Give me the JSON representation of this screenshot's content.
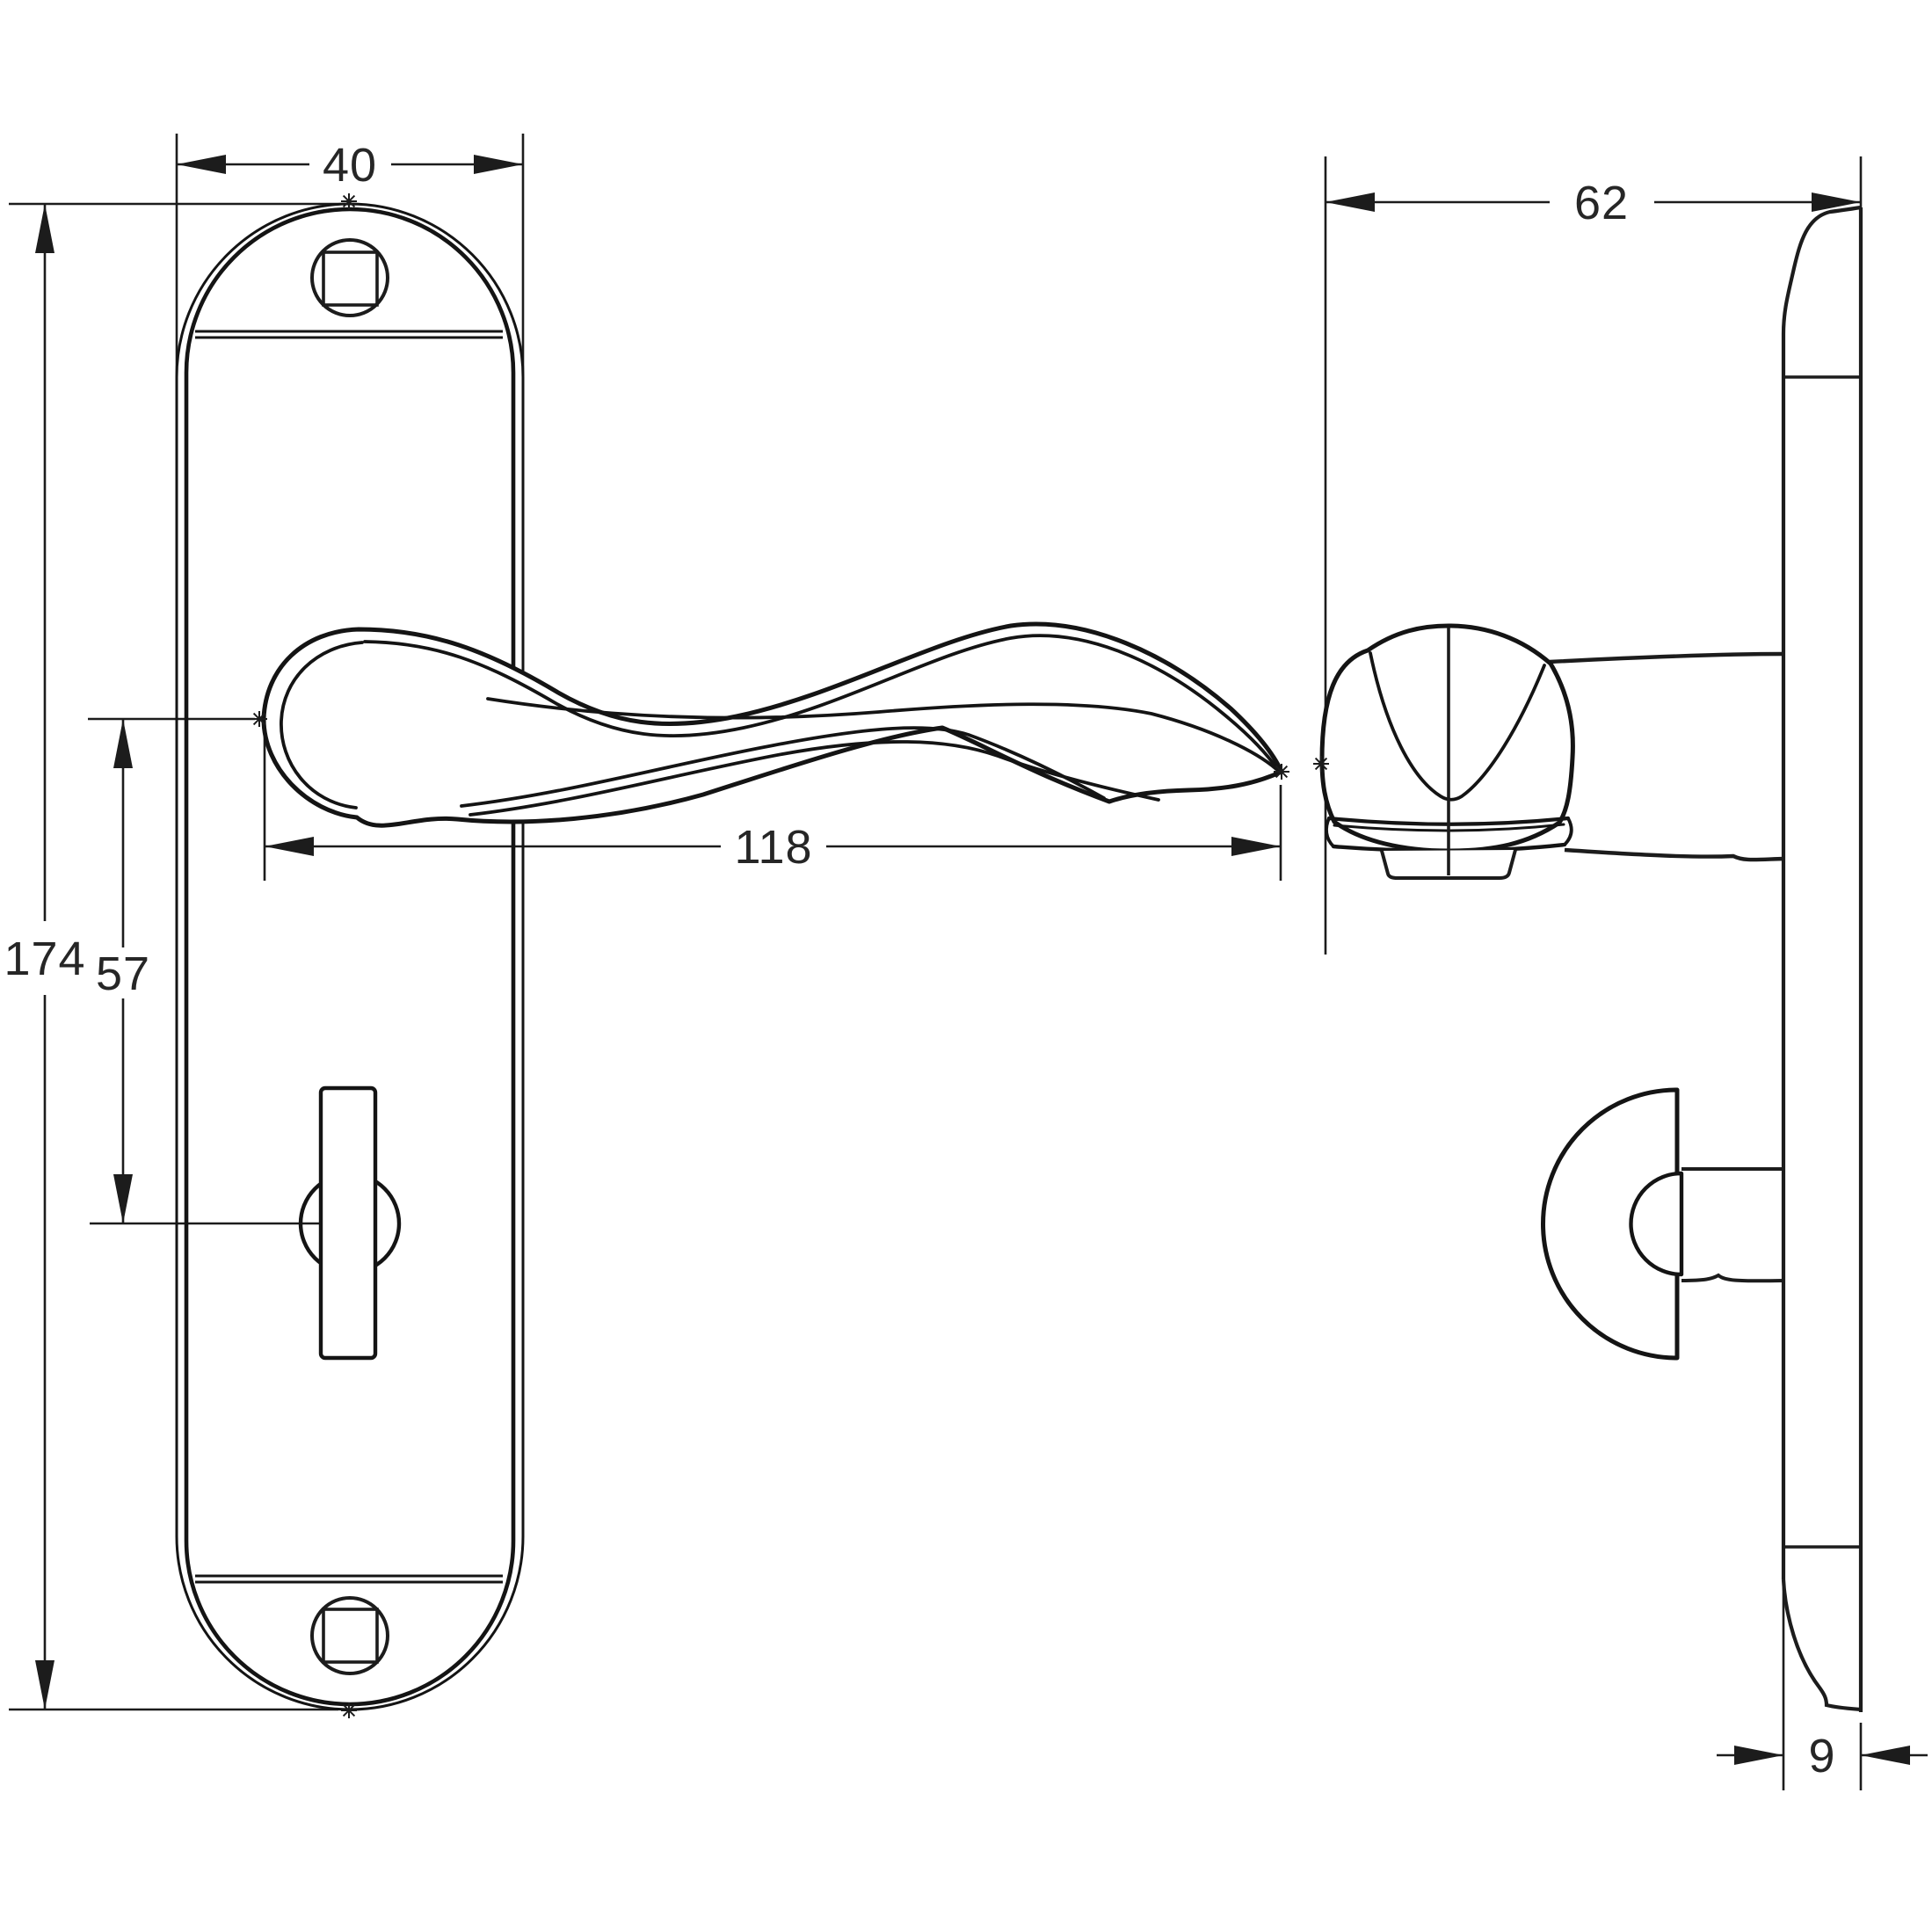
{
  "drawing": {
    "title": "door-handle-backplate-dimension-drawing",
    "background_color": "#ffffff",
    "line_color": "#1c1c1c",
    "views": {
      "front": "front-elevation-lever-on-backplate",
      "side": "side-profile-projection"
    },
    "dimensions": {
      "plate_width": {
        "label": "40"
      },
      "projection": {
        "label": "62"
      },
      "plate_height": {
        "label": "174"
      },
      "lever_to_turn_centres": {
        "label": "57"
      },
      "lever_length": {
        "label": "118"
      },
      "plate_thickness": {
        "label": "9"
      }
    }
  }
}
